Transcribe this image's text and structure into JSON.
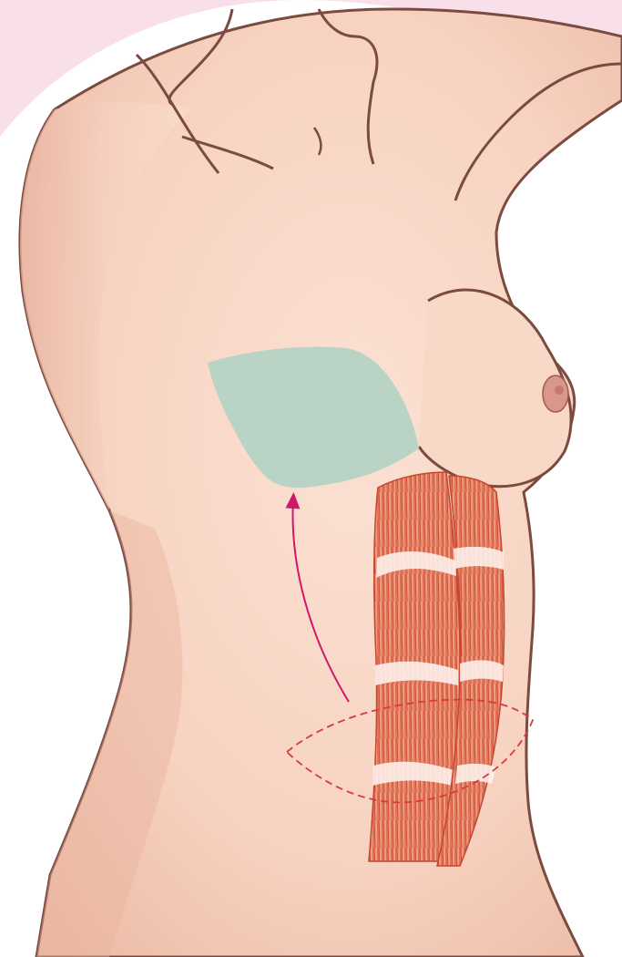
{
  "illustration": {
    "subject": "tram-flap-breast-reconstruction",
    "colors": {
      "background_ring": "#f9dfe9",
      "skin": "#f8d5c3",
      "skin_shadow": "#e9b39e",
      "outline": "#7b4b3f",
      "defect_area": "#b9d3c5",
      "muscle": "#e8876a",
      "muscle_fiber": "#c9452f",
      "tendon": "#fdf0ea",
      "arrow": "#d0186b",
      "incision_dashed": "#d93a3a"
    },
    "parts": [
      "pink-background-ring",
      "torso",
      "raised-arm",
      "breast",
      "nipple",
      "chest-defect",
      "rectus-abdominis-muscle-left",
      "rectus-abdominis-muscle-right",
      "transfer-arrow",
      "abdominal-incision-outline"
    ]
  }
}
